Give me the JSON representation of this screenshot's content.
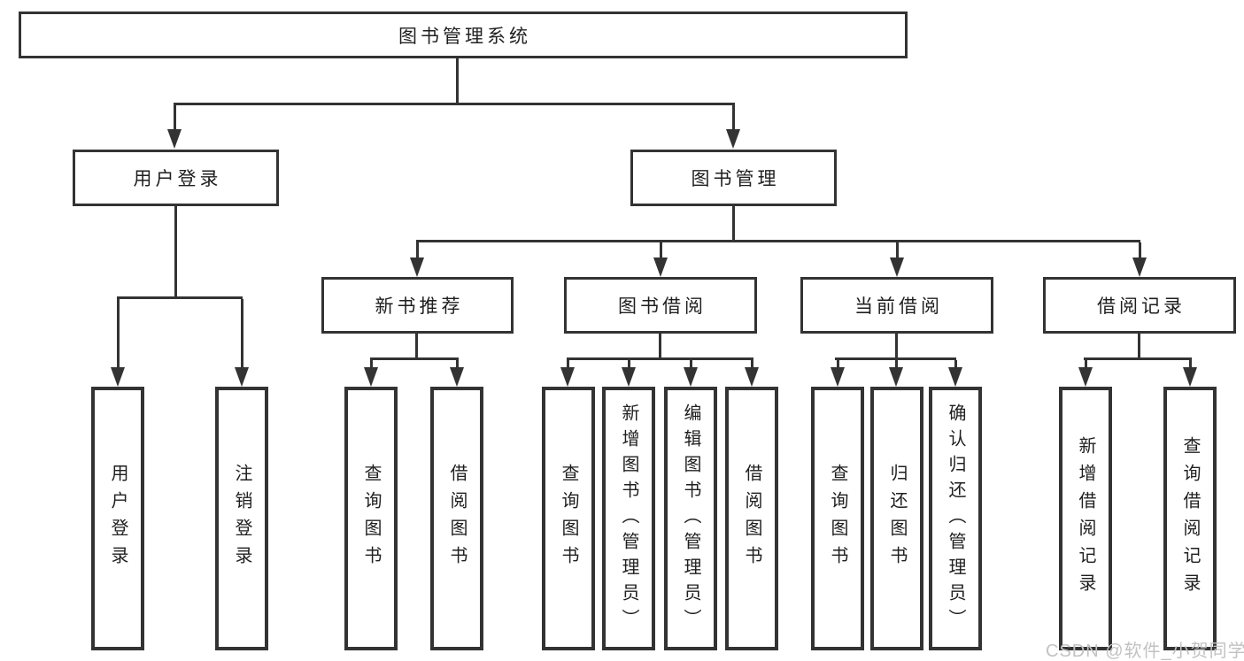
{
  "diagram": {
    "title": "图书管理系统",
    "level2": {
      "user_login": "用户登录",
      "book_mgmt": "图书管理"
    },
    "level3": {
      "new_book_rec": "新书推荐",
      "book_borrow": "图书借阅",
      "current_borrow": "当前借阅",
      "borrow_records": "借阅记录"
    },
    "leaves": {
      "user_login": "用户登录",
      "logout": "注销登录",
      "nbr_query_book": "查询图书",
      "nbr_borrow_book": "借阅图书",
      "bb_query_book": "查询图书",
      "bb_add_book": "新增图书（管理员）",
      "bb_edit_book": "编辑图书（管理员）",
      "bb_borrow_book": "借阅图书",
      "cb_query_book": "查询图书",
      "cb_return_book": "归还图书",
      "cb_confirm_return": "确认归还（管理员）",
      "br_add_record": "新增借阅记录",
      "br_query_record": "查询借阅记录"
    }
  },
  "watermark": "CSDN @软件_小贺同学",
  "colors": {
    "line": "#333333",
    "text": "#1f1f1f",
    "watermark": "#c2c2c2",
    "background": "#ffffff"
  }
}
